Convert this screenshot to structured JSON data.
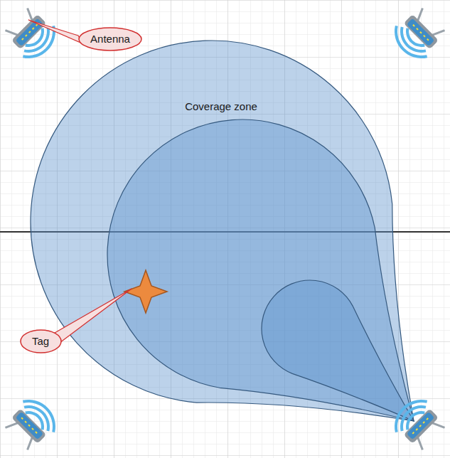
{
  "diagram": {
    "nodes": [
      {
        "text": [
          "Antenna"
        ]
      },
      {
        "text": [
          "Coverage zone"
        ]
      },
      {
        "text": [
          "Tag"
        ]
      }
    ]
  }
}
